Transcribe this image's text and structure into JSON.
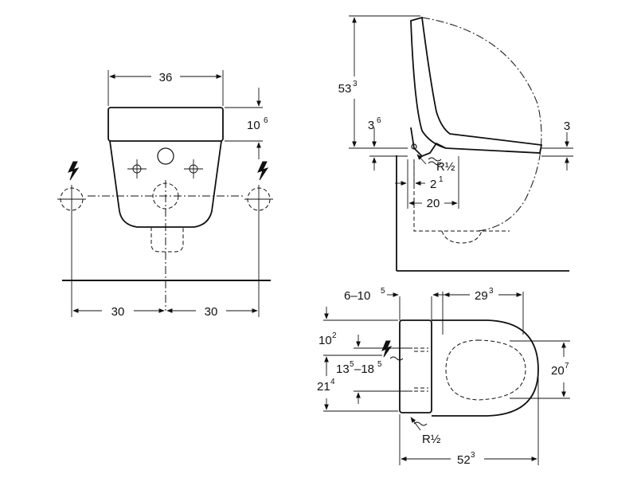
{
  "front_view": {
    "width_label": "36",
    "height_main": "10",
    "height_sup": "6",
    "spacing_left": "30",
    "spacing_right": "30"
  },
  "side_view": {
    "height_main": "53",
    "height_sup": "3",
    "offset_main": "3",
    "offset_sup": "6",
    "seat_gap": "3",
    "depth_main": "2",
    "depth_sup": "1",
    "depth_20": "20",
    "connection": "R½"
  },
  "top_view": {
    "range_label": "6–10",
    "range_sup": "5",
    "width_main": "29",
    "width_sup": "3",
    "side_a_main": "10",
    "side_a_sup": "2",
    "side_b_label": "13",
    "side_b_sup1": "5",
    "side_b_mid": "–18",
    "side_b_sup2": "5",
    "side_c_main": "21",
    "side_c_sup": "4",
    "bowl_main": "20",
    "bowl_sup": "7",
    "length_main": "52",
    "length_sup": "3",
    "connection": "R½"
  }
}
